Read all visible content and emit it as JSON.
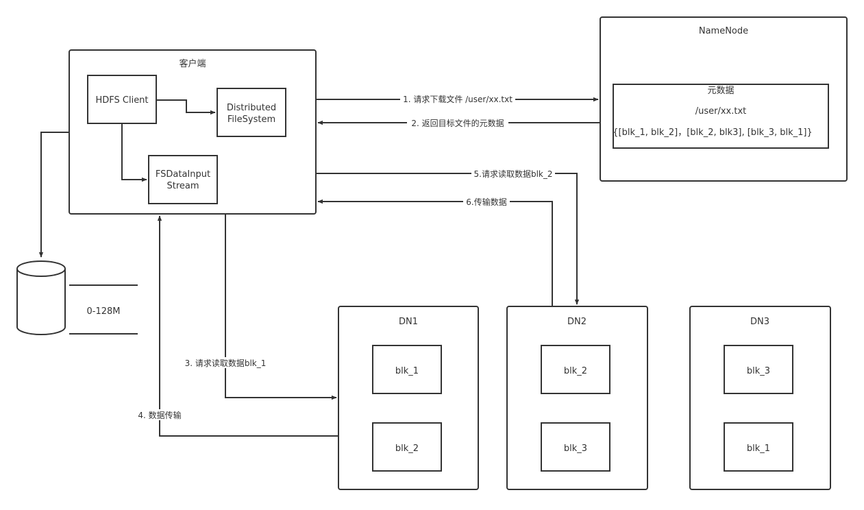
{
  "client": {
    "title": "客户端",
    "hdfs_client": "HDFS Client",
    "distributed_fs": [
      "Distributed",
      "FileSystem"
    ],
    "fs_input_stream": [
      "FSDataInput",
      "Stream"
    ]
  },
  "namenode": {
    "title": "NameNode",
    "metadata_title": "元数据",
    "metadata_path": "/user/xx.txt",
    "metadata_blocks": "{[blk_1, blk_2]，[blk_2, blk3], [blk_3, blk_1]}"
  },
  "disk": {
    "label": "0-128M"
  },
  "datanodes": [
    {
      "title": "DN1",
      "blocks": [
        "blk_1",
        "blk_2"
      ]
    },
    {
      "title": "DN2",
      "blocks": [
        "blk_2",
        "blk_3"
      ]
    },
    {
      "title": "DN3",
      "blocks": [
        "blk_3",
        "blk_1"
      ]
    }
  ],
  "steps": {
    "s1": "1. 请求下载文件 /user/xx.txt",
    "s2": "2. 返回目标文件的元数据",
    "s3": "3. 请求读取数据blk_1",
    "s4": "4. 数据传输",
    "s5": "5.请求读取数据blk_2",
    "s6": "6.传输数据"
  }
}
